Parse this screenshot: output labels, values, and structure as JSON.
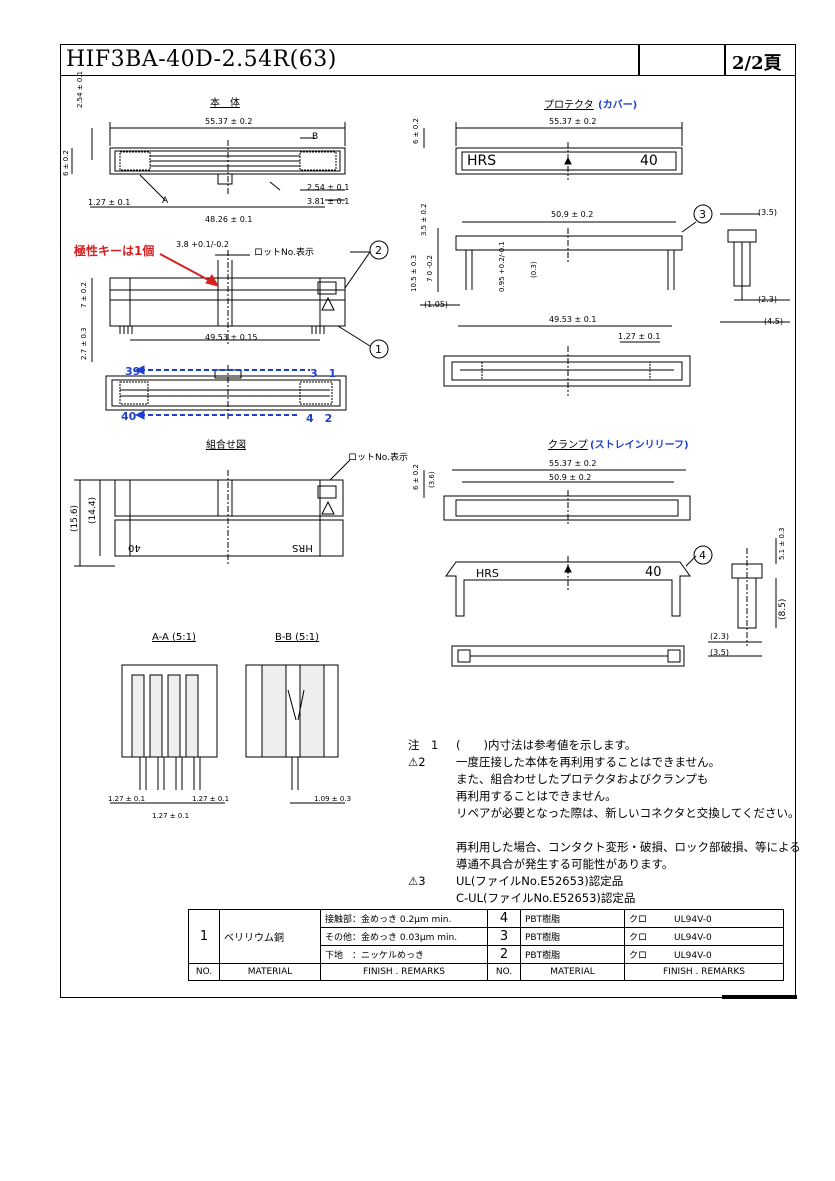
{
  "header": {
    "title": "HIF3BA-40D-2.54R(63)",
    "page": "2/2頁"
  },
  "views": {
    "body": "本　体",
    "protector": "プロテクタ",
    "protector_note": "(カバー)",
    "assembly": "組合せ図",
    "clamp": "クランプ",
    "clamp_note": "(ストレインリリーフ)",
    "section_a": "A-A (5:1)",
    "section_b": "B-B (5:1)"
  },
  "annotations": {
    "polarity_key": "極性キーは1個",
    "lot_no": "ロットNo.表示",
    "lot_no_2": "ロットNo.表示",
    "pin39": "39",
    "pin1": "3　1",
    "pin40": "40",
    "pin2": "4　2",
    "hrs": "HRS",
    "forty": "40",
    "mark_a": "A",
    "mark_b": "B"
  },
  "dimensions": {
    "d_2_54": "2.54 ± 0.1",
    "d_6": "6 ± 0.2",
    "d_55_37": "55.37 ± 0.2",
    "d_2_54b": "2.54 ± 0.1",
    "d_3_81": "3.81 ± 0.1",
    "d_1_27": "1.27 ± 0.1",
    "d_48_26": "48.26 ± 0.1",
    "d_3_8": "3.8 +0.1/-0.2",
    "d_7": "7 ± 0.2",
    "d_2_7": "2.7 ± 0.3",
    "d_49_53a": "49.53 ± 0.15",
    "d_15_6": "(15.6)",
    "d_14_4": "(14.4)",
    "p_6": "6 ± 0.2",
    "p_55_37": "55.37 ± 0.2",
    "p_3_5": "3.5 ± 0.2",
    "p_50_9": "50.9 ± 0.2",
    "p_10_5": "10.5 ± 0.3",
    "p_7": "7 0 -0.2",
    "p_0_95": "0.95 +0.2/-0.1",
    "p_0_3": "(0.3)",
    "p_1_05": "(1.05)",
    "p_49_53": "49.53 ± 0.1",
    "p_1_27": "1.27 ± 0.1",
    "p_3_5r": "(3.5)",
    "p_2_3": "(2.3)",
    "p_4_5": "(4.5)",
    "c_6": "6 ± 0.2",
    "c_3_6": "(3.6)",
    "c_55_37": "55.37 ± 0.2",
    "c_50_9": "50.9 ± 0.2",
    "c_5_1": "5.1 ± 0.3",
    "c_8_5": "(8.5)",
    "c_2_3": "(2.3)",
    "c_3_5": "(3.5)",
    "s_1_27a": "1.27 ± 0.1",
    "s_1_27b": "1.27 ± 0.1",
    "s_1_27c": "1.27 ± 0.1",
    "s_1_09": "1.09 ± 0.3"
  },
  "balloons": [
    "1",
    "2",
    "3",
    "4"
  ],
  "notes": [
    {
      "key": "注　1",
      "text": "(　　)内寸法は参考値を示します。"
    },
    {
      "key": "⚠2",
      "text": "一度圧接した本体を再利用することはできません。"
    },
    {
      "key": "",
      "text": "また、組合わせしたプロテクタおよびクランプも"
    },
    {
      "key": "",
      "text": "再利用することはできません。"
    },
    {
      "key": "",
      "text": "リペアが必要となった際は、新しいコネクタと交換してください。"
    },
    {
      "key": "",
      "text": "再利用した場合、コンタクト変形・破損、ロック部破損、等による"
    },
    {
      "key": "",
      "text": "導通不具合が発生する可能性があります。"
    },
    {
      "key": "⚠3",
      "text": "UL(ファイルNo.E52653)認定品"
    },
    {
      "key": "",
      "text": "C-UL(ファイルNo.E52653)認定品"
    }
  ],
  "spec_table": {
    "part1_no": "1",
    "part1_material": "ベリリウム銅",
    "part1_finish": [
      "接触部：金めっき 0.2μm min.",
      "その他：金めっき 0.03μm min.",
      "下地　：ニッケルめっき"
    ],
    "rows": [
      {
        "no": "4",
        "material": "PBT樹脂",
        "color": "クロ",
        "grade": "UL94V-0"
      },
      {
        "no": "3",
        "material": "PBT樹脂",
        "color": "クロ",
        "grade": "UL94V-0"
      },
      {
        "no": "2",
        "material": "PBT樹脂",
        "color": "クロ",
        "grade": "UL94V-0"
      }
    ],
    "headers": {
      "no": "NO.",
      "material": "MATERIAL",
      "finish": "FINISH . REMARKS",
      "no2": "NO.",
      "material2": "MATERIAL",
      "finish2": "FINISH . REMARKS"
    }
  },
  "colors": {
    "polarity_red": "#d62020",
    "pin_blue": "#1f3fd0",
    "line": "#000000"
  }
}
